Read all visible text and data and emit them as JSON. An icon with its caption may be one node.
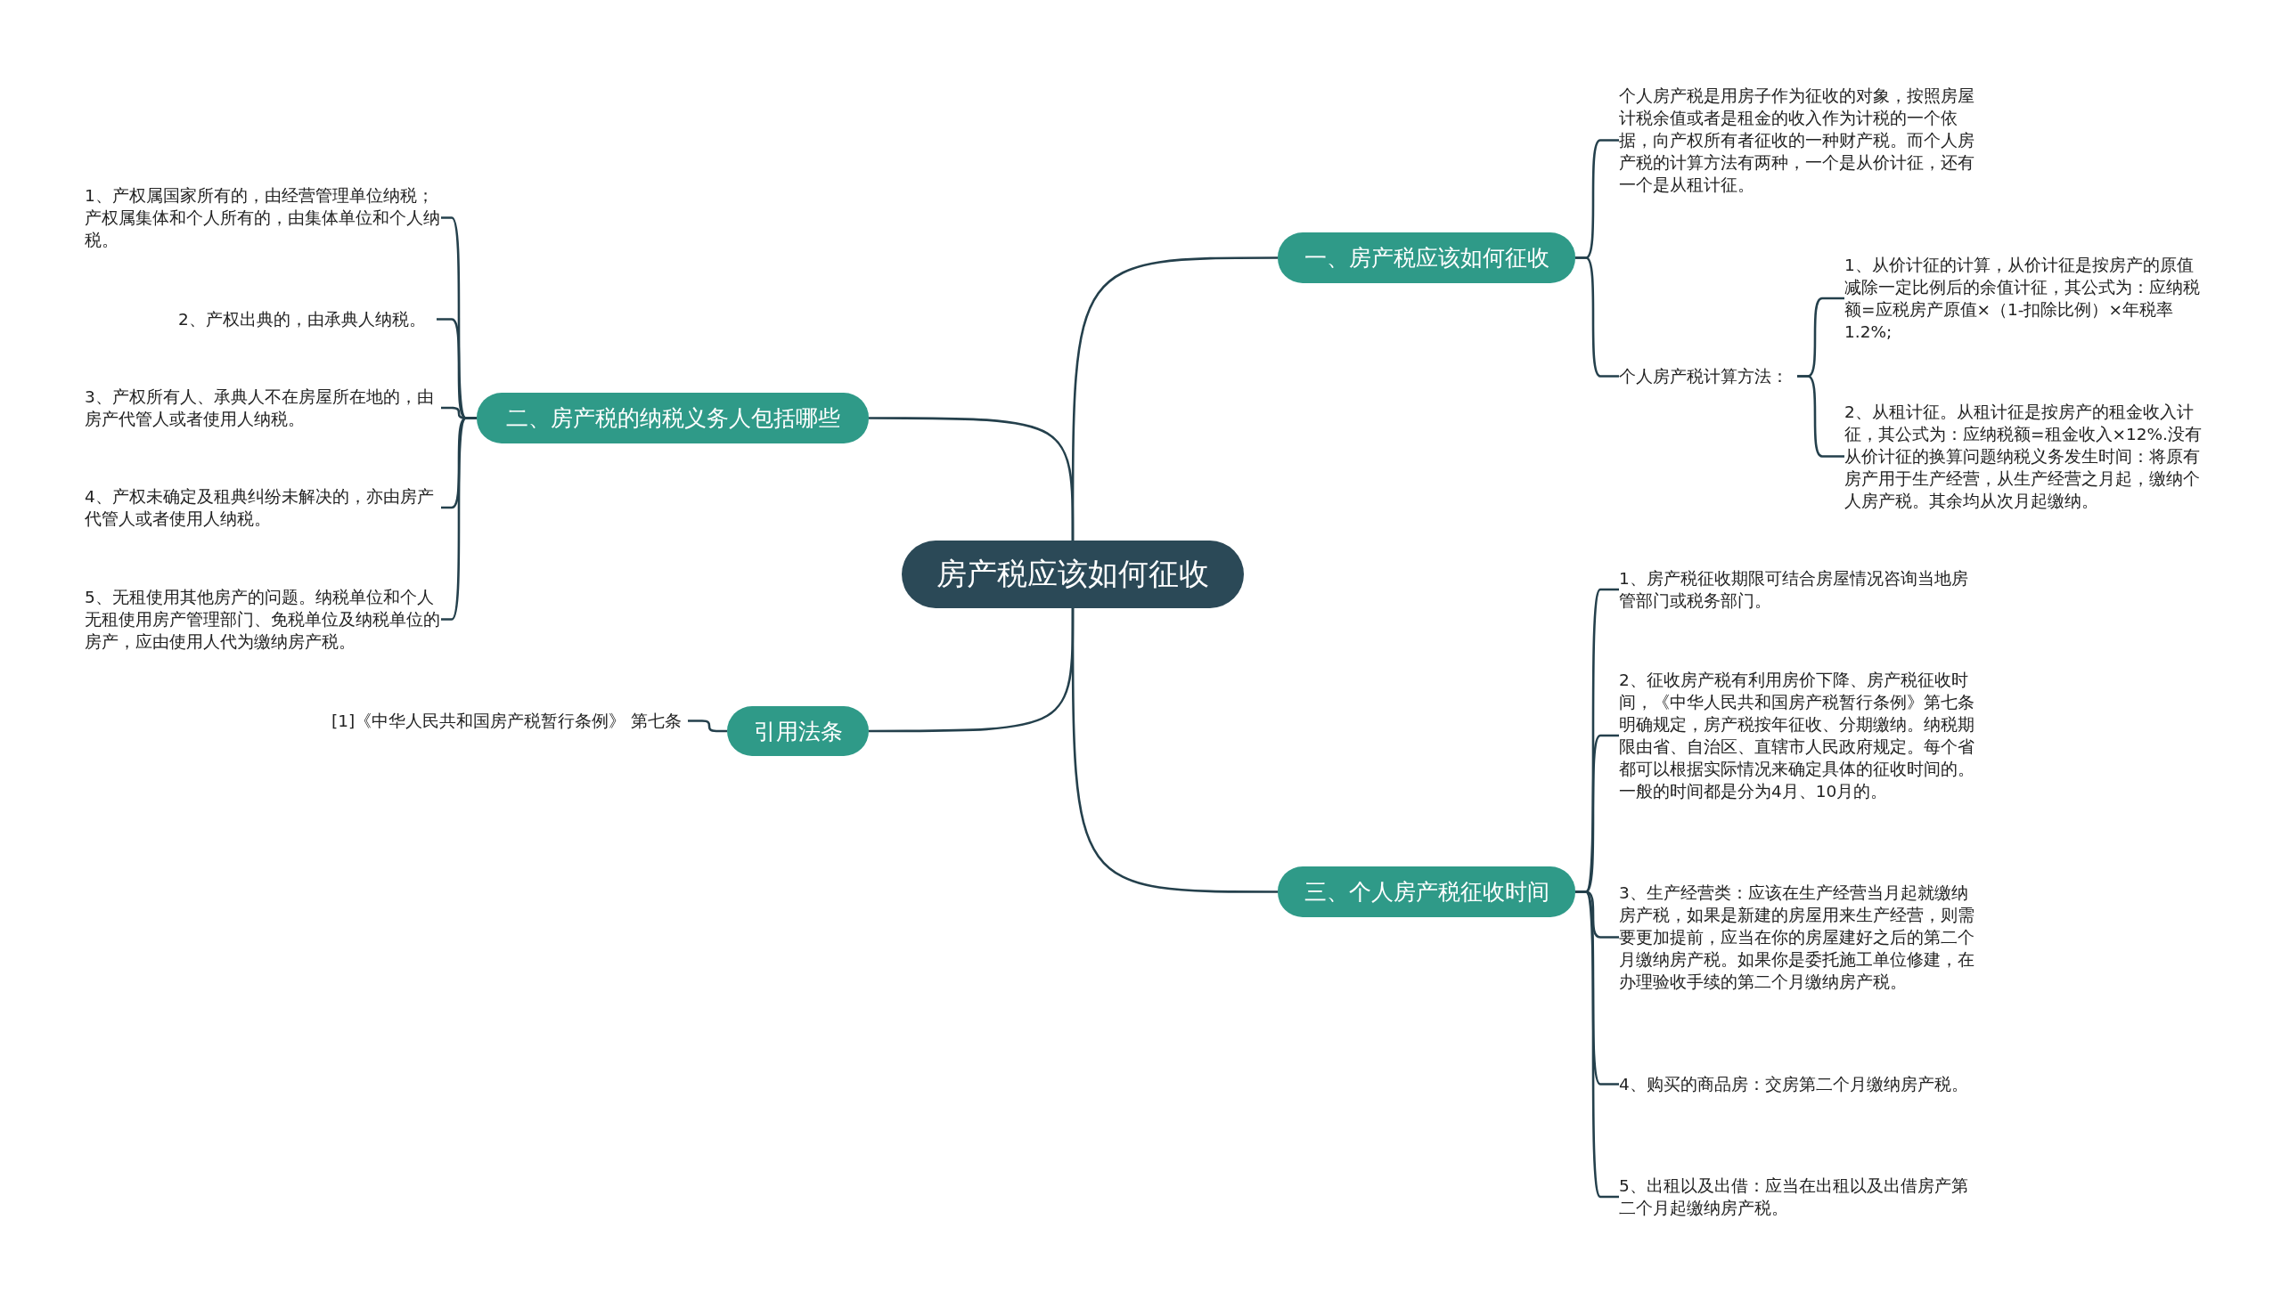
{
  "diagram": {
    "nodes": [
      {
        "text": [
          "房产税应该如何征收"
        ]
      },
      {
        "text": [
          "一、房产税应该如何征收"
        ]
      },
      {
        "text": [
          "个人房产税是用房子作为征收的对象，按照房屋计税余值或者是租金的收入作为计税的一个依据，向产权所有者征收的一种财产税。而个人房产税的计算方法有两种，一个是从价计征，还有一个是从租计征。"
        ]
      },
      {
        "text": [
          "个人房产税计算方法："
        ]
      },
      {
        "text": [
          "1、从价计征的计算，从价计征是按房产的原值减除一定比例后的余值计征，其公式为：应纳税额=应税房产原值×（1-扣除比例）×年税率1.2%;"
        ]
      },
      {
        "text": [
          "2、从租计征。从租计征是按房产的租金收入计征，其公式为：应纳税额=租金收入×12%.没有从价计征的换算问题纳税义务发生时间：将原有房产用于生产经营，从生产经营之月起，缴纳个人房产税。其余均从次月起缴纳。"
        ]
      },
      {
        "text": [
          "二、房产税的纳税义务人包括哪些"
        ]
      },
      {
        "text": [
          "1、产权属国家所有的，由经营管理单位纳税；产权属集体和个人所有的，由集体单位和个人纳税。"
        ]
      },
      {
        "text": [
          "2、产权出典的，由承典人纳税。"
        ]
      },
      {
        "text": [
          "3、产权所有人、承典人不在房屋所在地的，由房产代管人或者使用人纳税。"
        ]
      },
      {
        "text": [
          "4、产权未确定及租典纠纷未解决的，亦由房产代管人或者使用人纳税。"
        ]
      },
      {
        "text": [
          "5、无租使用其他房产的问题。纳税单位和个人无租使用房产管理部门、免税单位及纳税单位的房产，应由使用人代为缴纳房产税。"
        ]
      },
      {
        "text": [
          "引用法条"
        ]
      },
      {
        "text": [
          "[1]《中华人民共和国房产税暂行条例》 第七条"
        ]
      },
      {
        "text": [
          "三、个人房产税征收时间"
        ]
      },
      {
        "text": [
          "1、房产税征收期限可结合房屋情况咨询当地房管部门或税务部门。"
        ]
      },
      {
        "text": [
          "2、征收房产税有利用房价下降、房产税征收时间，《中华人民共和国房产税暂行条例》第七条明确规定，房产税按年征收、分期缴纳。纳税期限由省、自治区、直辖市人民政府规定。每个省都可以根据实际情况来确定具体的征收时间的。一般的时间都是分为4月、10月的。"
        ]
      },
      {
        "text": [
          "3、生产经营类：应该在生产经营当月起就缴纳房产税，如果是新建的房屋用来生产经营，则需要更加提前，应当在你的房屋建好之后的第二个月缴纳房产税。如果你是委托施工单位修建，在办理验收手续的第二个月缴纳房产税。"
        ]
      },
      {
        "text": [
          "4、购买的商品房：交房第二个月缴纳房产税。"
        ]
      },
      {
        "text": [
          "5、出租以及出借：应当在出租以及出借房产第二个月起缴纳房产税。"
        ]
      }
    ],
    "edges": [
      {
        "from": 0,
        "to": 1,
        "arrow": "none"
      },
      {
        "from": 0,
        "to": 6,
        "arrow": "none"
      },
      {
        "from": 0,
        "to": 12,
        "arrow": "none"
      },
      {
        "from": 0,
        "to": 14,
        "arrow": "none"
      },
      {
        "from": 1,
        "to": 2,
        "arrow": "none"
      },
      {
        "from": 1,
        "to": 3,
        "arrow": "none"
      },
      {
        "from": 3,
        "to": 4,
        "arrow": "none"
      },
      {
        "from": 3,
        "to": 5,
        "arrow": "none"
      },
      {
        "from": 6,
        "to": 7,
        "arrow": "none"
      },
      {
        "from": 6,
        "to": 8,
        "arrow": "none"
      },
      {
        "from": 6,
        "to": 9,
        "arrow": "none"
      },
      {
        "from": 6,
        "to": 10,
        "arrow": "none"
      },
      {
        "from": 6,
        "to": 11,
        "arrow": "none"
      },
      {
        "from": 12,
        "to": 13,
        "arrow": "none"
      },
      {
        "from": 14,
        "to": 15,
        "arrow": "none"
      },
      {
        "from": 14,
        "to": 16,
        "arrow": "none"
      },
      {
        "from": 14,
        "to": 17,
        "arrow": "none"
      },
      {
        "from": 14,
        "to": 18,
        "arrow": "none"
      },
      {
        "from": 14,
        "to": 19,
        "arrow": "none"
      }
    ]
  }
}
